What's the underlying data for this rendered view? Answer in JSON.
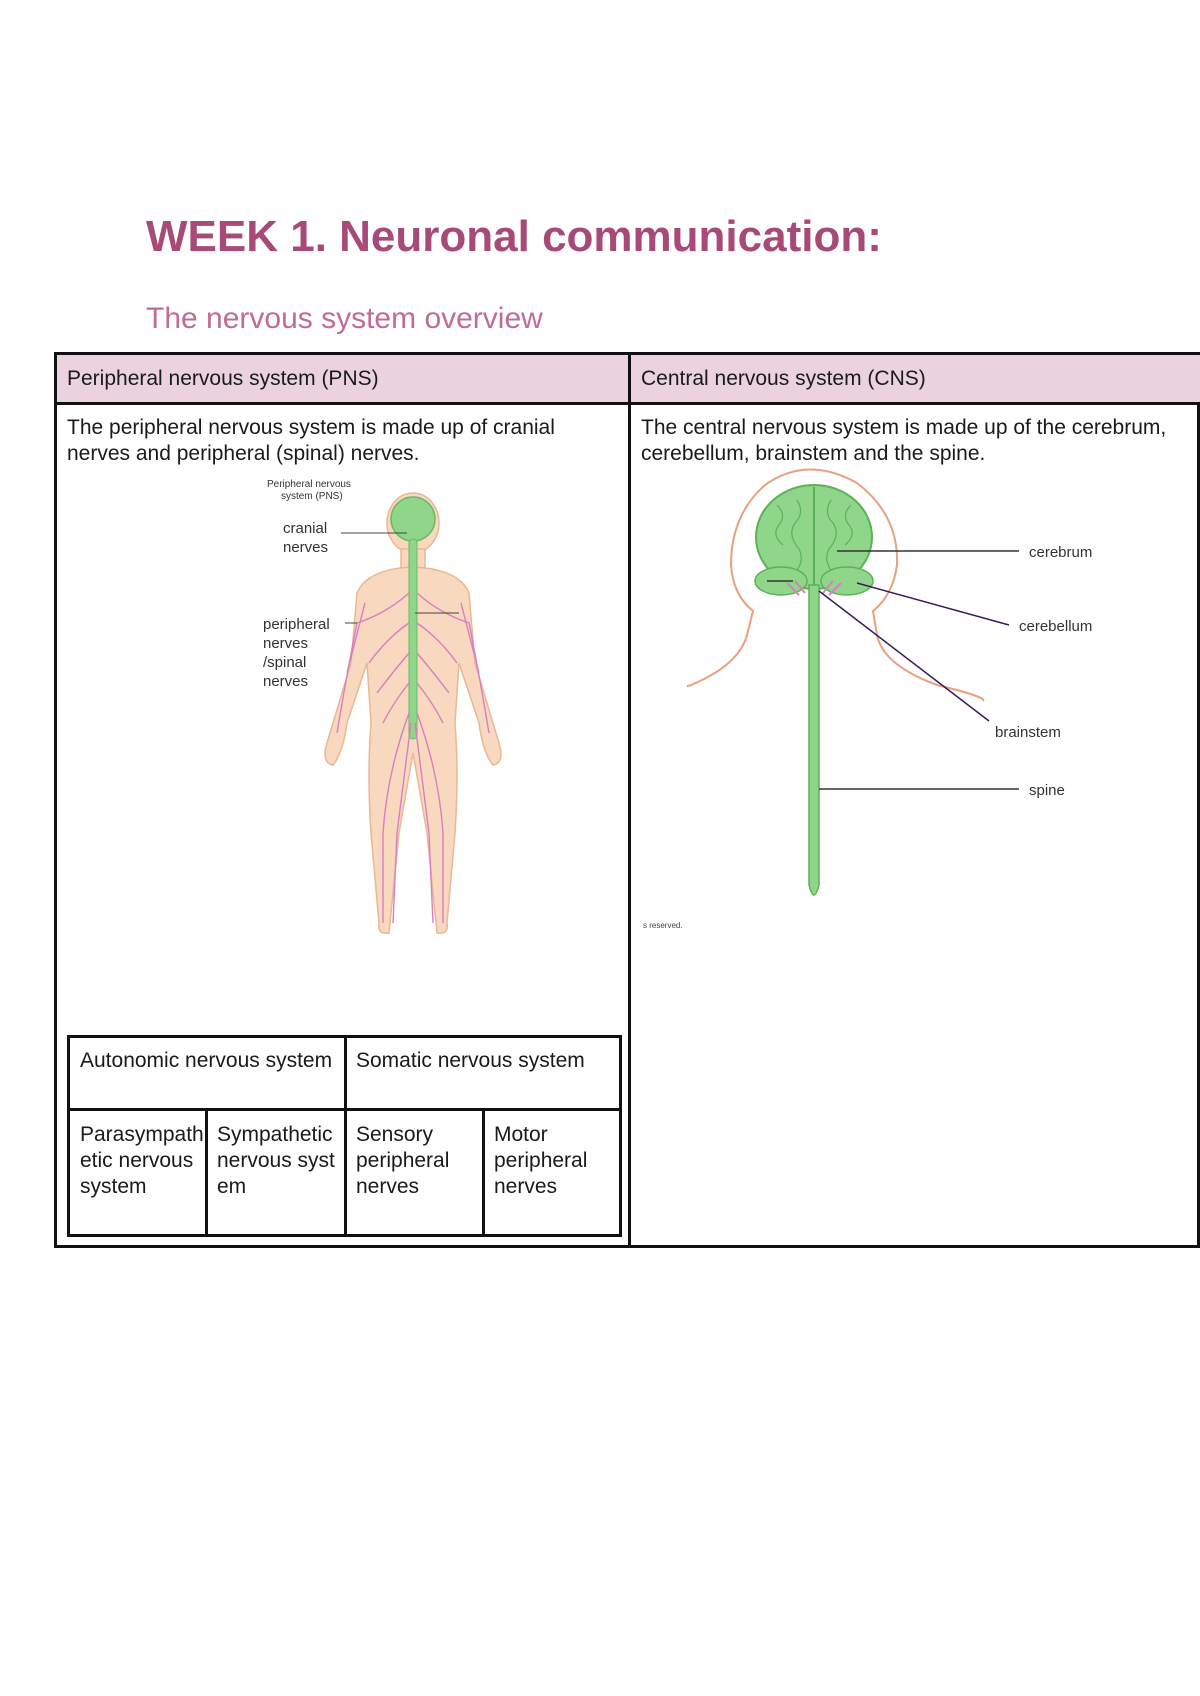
{
  "title": "WEEK 1. Neuronal communication:",
  "subtitle": "The nervous system overview",
  "table": {
    "pns_header": "Peripheral nervous system (PNS)",
    "cns_header": "Central nervous system (CNS)",
    "pns_text": "The peripheral nervous system is made up of cranial nerves and peripheral (spinal) nerves.",
    "cns_text": "The central nervous system is made up of the cerebrum, cerebellum, brainstem and the spine."
  },
  "pns_figure": {
    "title_line1": "Peripheral nervous",
    "title_line2": "system (PNS)",
    "cranial_1": "cranial",
    "cranial_2": "nerves",
    "peripheral_1": "peripheral",
    "peripheral_2": "nerves",
    "peripheral_3": "/spinal",
    "peripheral_4": "nerves"
  },
  "cns_figure": {
    "cerebrum": "cerebrum",
    "cerebellum": "cerebellum",
    "brainstem": "brainstem",
    "spine": "spine",
    "credit": "s reserved."
  },
  "subtable": {
    "autonomic": "Autonomic nervous system",
    "somatic": "Somatic nervous system",
    "parasympathetic": "Parasympathetic nervous system",
    "sympathetic": "Sympathetic nervous system",
    "sensory": "Sensory peripheral nerves",
    "motor": "Motor peripheral nerves"
  },
  "colors": {
    "title": "#a84a78",
    "subtitle": "#c06c93",
    "header_bg": "#ead3df",
    "nerve_green": "#8fd68a",
    "nerve_pink": "#d77fc2",
    "skin": "#f8d8bf"
  }
}
